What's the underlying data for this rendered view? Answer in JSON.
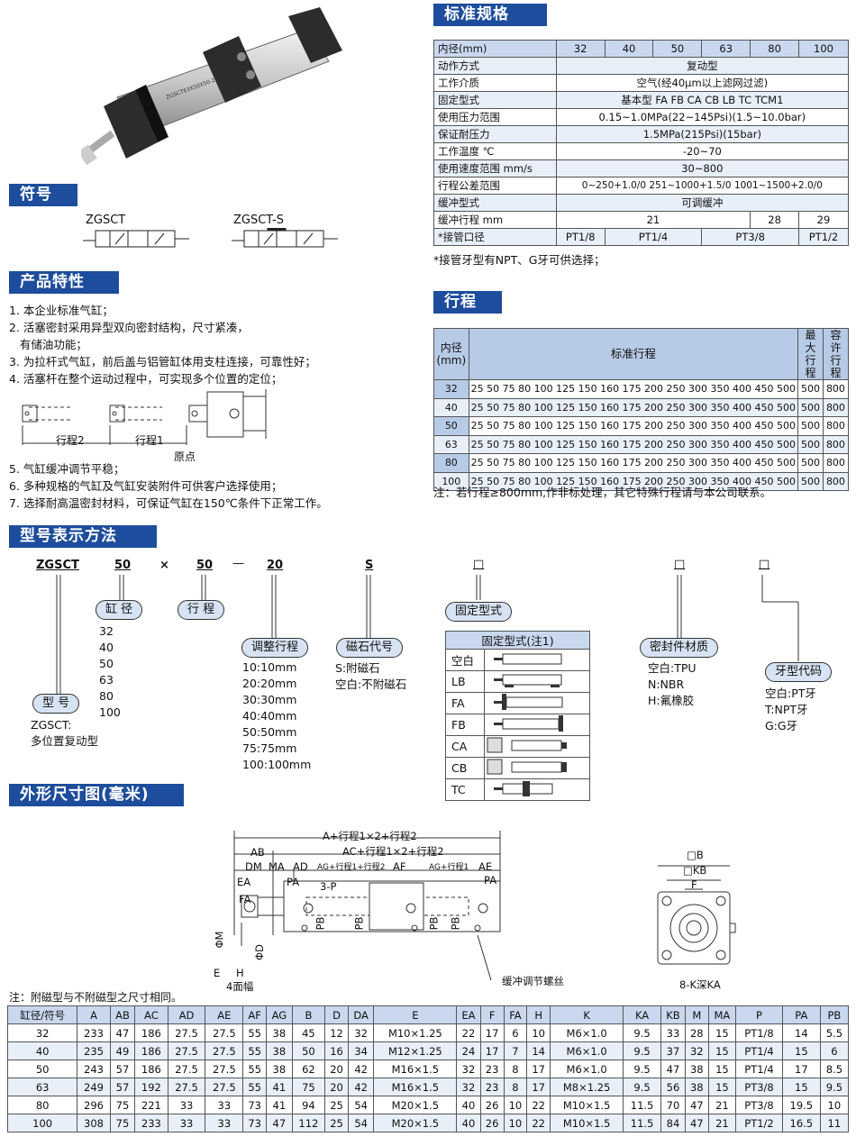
{
  "sections": {
    "spec": "标准规格",
    "symbol": "符号",
    "features": "产品特性",
    "model": "型号表示方法",
    "stroke": "行程",
    "dimensions": "外形尺寸图(毫米)"
  },
  "product_photo": {
    "marking": "ZGSCT63X50X50-20S"
  },
  "symbol": {
    "left_label": "ZGSCT",
    "right_label": "ZGSCT-S"
  },
  "features": [
    "1. 本企业标准气缸；",
    "2. 活塞密封采用异型双向密封结构，尺寸紧凑，",
    "   有储油功能；",
    "3. 为拉杆式气缸，前后盖与铝管缸体用支柱连接，可靠性好；",
    "4. 活塞杆在整个运动过程中，可实现多个位置的定位；",
    "5. 气缸缓冲调节平稳；",
    "6. 多种规格的气缸及气缸安装附件可供客户选择使用；",
    "7. 选择耐高温密封材料，可保证气缸在150℃条件下正常工作。"
  ],
  "position_figure": {
    "stroke2": "行程2",
    "stroke1": "行程1",
    "origin": "原点"
  },
  "spec_table": {
    "header": [
      "内径(mm)",
      "32",
      "40",
      "50",
      "63",
      "80",
      "100"
    ],
    "rows": [
      {
        "k": "动作方式",
        "v": "复动型"
      },
      {
        "k": "工作介质",
        "v": "空气(经40μm以上滤网过滤)"
      },
      {
        "k": "固定型式",
        "v": "基本型 FA FB CA CB LB TC TCM1"
      },
      {
        "k": "使用压力范围",
        "v": "0.15~1.0MPa(22~145Psi)(1.5~10.0bar)"
      },
      {
        "k": "保证耐压力",
        "v": "1.5MPa(215Psi)(15bar)"
      },
      {
        "k": "工作温度 ℃",
        "v": "-20~70"
      },
      {
        "k": "使用速度范围 mm/s",
        "v": "30~800"
      },
      {
        "k": "行程公差范围",
        "v": "0~250+1.0/0   251~1000+1.5/0   1001~1500+2.0/0"
      },
      {
        "k": "缓冲型式",
        "v": "可调缓冲"
      }
    ],
    "cushion": {
      "k": "缓冲行程 mm",
      "v1": "21",
      "v2": "28",
      "v3": "29"
    },
    "port": {
      "k": "*接管口径",
      "p1": "PT1/8",
      "p2": "PT1/4",
      "p3": "PT3/8",
      "p4": "PT1/2"
    },
    "note": "*接管牙型有NPT、G牙可供选择；"
  },
  "stroke_table": {
    "h_bore": "内径(mm)",
    "h_std": "标准行程",
    "h_max": "最大行程",
    "h_allow": "容许行程",
    "std": "25 50 75 80 100 125 150 160 175 200 250 300 350 400 450 500",
    "rows": [
      {
        "bore": "32",
        "max": "500",
        "allow": "800"
      },
      {
        "bore": "40",
        "max": "500",
        "allow": "800"
      },
      {
        "bore": "50",
        "max": "500",
        "allow": "800"
      },
      {
        "bore": "63",
        "max": "500",
        "allow": "800"
      },
      {
        "bore": "80",
        "max": "500",
        "allow": "800"
      },
      {
        "bore": "100",
        "max": "500",
        "allow": "800"
      }
    ],
    "note": "注：若行程≥800mm,作非标处理，其它特殊行程请与本公司联系。"
  },
  "model_code": {
    "series": "ZGSCT",
    "bore": "50",
    "x": "×",
    "stroke": "50",
    "dash": "—",
    "adj": "20",
    "mag": "S",
    "box": "□",
    "bore_label": "缸 径",
    "bore_values": "32\n40\n50\n63\n80\n100",
    "stroke_label": "行 程",
    "type_label": "型 号",
    "type_desc": "ZGSCT:\n多位置复动型",
    "adj_label": "调整行程",
    "adj_values": "10:10mm\n20:20mm\n30:30mm\n40:40mm\n50:50mm\n75:75mm\n100:100mm",
    "mag_label": "磁石代号",
    "mag_values": "S:附磁石\n空白:不附磁石",
    "mount_label": "固定型式",
    "mount_table_header": "固定型式(注1)",
    "mount_rows": [
      "空白",
      "LB",
      "FA",
      "FB",
      "CA",
      "CB",
      "TC"
    ],
    "seal_label": "密封件材质",
    "seal_values": "空白:TPU\nN:NBR\nH:氟橡胶",
    "thread_label": "牙型代码",
    "thread_values": "空白:PT牙\nT:NPT牙\nG:G牙"
  },
  "drawing": {
    "a_total": "A+行程1×2+行程2",
    "ac_total": "AC+行程1×2+行程2",
    "ab": "AB",
    "dm": "DM",
    "ma": "MA",
    "ad": "AD",
    "ag1": "AG+行程1+行程2",
    "af": "AF",
    "ag2": "AG+行程1",
    "ae": "AE",
    "ea": "EA",
    "fa": "FA",
    "pa": "PA",
    "p3": "3-P",
    "pb": "PB",
    "phim": "ΦM",
    "phid": "ΦD",
    "e": "E",
    "h": "H",
    "flats": "4面幅",
    "cushion_screw": "缓冲调节螺丝",
    "b": "□B",
    "kb": "□KB",
    "f": "F",
    "k_ka": "8-K深KA",
    "note": "注：附磁型与不附磁型之尺寸相同。"
  },
  "dim_table": {
    "header": [
      "缸径/符号",
      "A",
      "AB",
      "AC",
      "AD",
      "AE",
      "AF",
      "AG",
      "B",
      "D",
      "DA",
      "E",
      "EA",
      "F",
      "FA",
      "H",
      "K",
      "KA",
      "KB",
      "M",
      "MA",
      "P",
      "PA",
      "PB"
    ],
    "rows": [
      [
        "32",
        "233",
        "47",
        "186",
        "27.5",
        "27.5",
        "55",
        "38",
        "45",
        "12",
        "32",
        "M10×1.25",
        "22",
        "17",
        "6",
        "10",
        "M6×1.0",
        "9.5",
        "33",
        "28",
        "15",
        "PT1/8",
        "14",
        "5.5"
      ],
      [
        "40",
        "235",
        "49",
        "186",
        "27.5",
        "27.5",
        "55",
        "38",
        "50",
        "16",
        "34",
        "M12×1.25",
        "24",
        "17",
        "7",
        "14",
        "M6×1.0",
        "9.5",
        "37",
        "32",
        "15",
        "PT1/4",
        "15",
        "6"
      ],
      [
        "50",
        "243",
        "57",
        "186",
        "27.5",
        "27.5",
        "55",
        "38",
        "62",
        "20",
        "42",
        "M16×1.5",
        "32",
        "23",
        "8",
        "17",
        "M6×1.0",
        "9.5",
        "47",
        "38",
        "15",
        "PT1/4",
        "17",
        "8.5"
      ],
      [
        "63",
        "249",
        "57",
        "192",
        "27.5",
        "27.5",
        "55",
        "41",
        "75",
        "20",
        "42",
        "M16×1.5",
        "32",
        "23",
        "8",
        "17",
        "M8×1.25",
        "9.5",
        "56",
        "38",
        "15",
        "PT3/8",
        "15",
        "9.5"
      ],
      [
        "80",
        "296",
        "75",
        "221",
        "33",
        "33",
        "73",
        "41",
        "94",
        "25",
        "54",
        "M20×1.5",
        "40",
        "26",
        "10",
        "22",
        "M10×1.5",
        "11.5",
        "70",
        "47",
        "21",
        "PT3/8",
        "19.5",
        "10"
      ],
      [
        "100",
        "308",
        "75",
        "233",
        "33",
        "33",
        "73",
        "47",
        "112",
        "25",
        "54",
        "M20×1.5",
        "40",
        "26",
        "10",
        "22",
        "M10×1.5",
        "11.5",
        "84",
        "47",
        "21",
        "PT1/2",
        "16.5",
        "11"
      ]
    ]
  }
}
